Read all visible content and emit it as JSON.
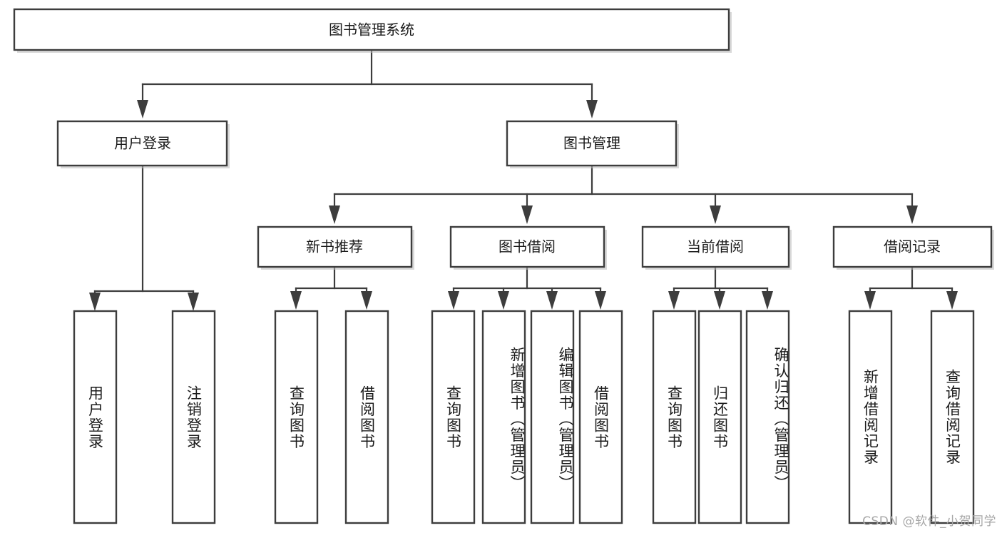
{
  "diagram": {
    "title": "图书管理系统",
    "type": "tree-hierarchy-chart",
    "root": {
      "label": "图书管理系统"
    },
    "level2": [
      {
        "label": "用户登录"
      },
      {
        "label": "图书管理"
      }
    ],
    "level3": [
      {
        "label": "新书推荐"
      },
      {
        "label": "图书借阅"
      },
      {
        "label": "当前借阅"
      },
      {
        "label": "借阅记录"
      }
    ],
    "leaves": {
      "user_login": [
        {
          "label": "用户登录"
        },
        {
          "label": "注销登录"
        }
      ],
      "new_book_recommend": [
        {
          "label": "查询图书"
        },
        {
          "label": "借阅图书"
        }
      ],
      "book_borrow": [
        {
          "label": "查询图书"
        },
        {
          "label": "新增图书（管理员）"
        },
        {
          "label": "编辑图书（管理员）"
        },
        {
          "label": "借阅图书"
        }
      ],
      "current_borrow": [
        {
          "label": "查询图书"
        },
        {
          "label": "归还图书"
        },
        {
          "label": "确认归还（管理员）"
        }
      ],
      "borrow_record": [
        {
          "label": "新增借阅记录"
        },
        {
          "label": "查询借阅记录"
        }
      ]
    },
    "watermark": "CSDN @软件_小贺同学",
    "colors": {
      "box_stroke": "#3d3d3d",
      "box_fill": "#ffffff",
      "text": "#1b1b1b",
      "connector": "#3d3d3d",
      "watermark": "#a7a7a7",
      "background": "#ffffff"
    }
  }
}
